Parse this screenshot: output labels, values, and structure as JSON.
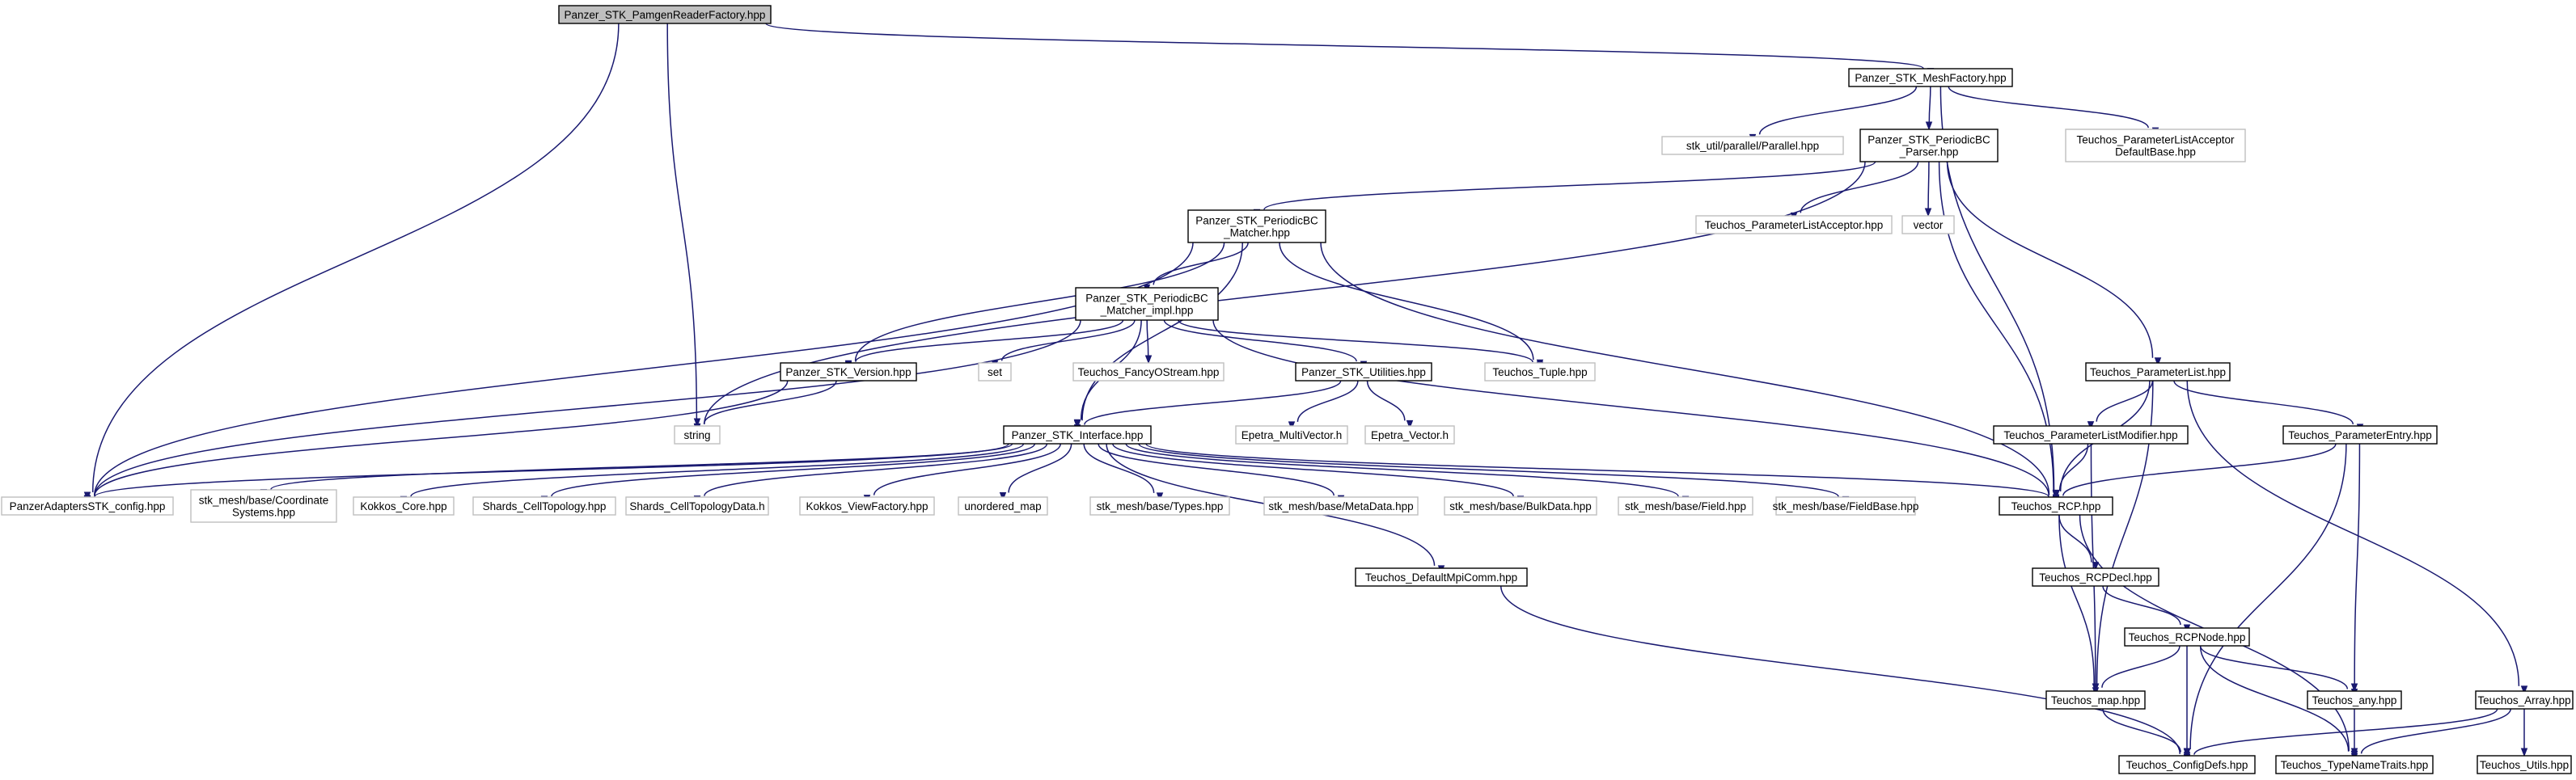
{
  "diagram": {
    "nodes": [
      {
        "id": "root",
        "label": [
          "Panzer_STK_PamgenReaderFactory.hpp"
        ],
        "style": "root"
      },
      {
        "id": "meshfactory",
        "label": [
          "Panzer_STK_MeshFactory.hpp"
        ],
        "style": "internal"
      },
      {
        "id": "string",
        "label": [
          "string"
        ],
        "style": "external"
      },
      {
        "id": "config",
        "label": [
          "PanzerAdaptersSTK_config.hpp"
        ],
        "style": "external"
      },
      {
        "id": "stkparallel",
        "label": [
          "stk_util/parallel/Parallel.hpp"
        ],
        "style": "external"
      },
      {
        "id": "periodicparser",
        "label": [
          "Panzer_STK_PeriodicBC",
          "_Parser.hpp"
        ],
        "style": "internal"
      },
      {
        "id": "placcdefault",
        "label": [
          "Teuchos_ParameterListAcceptor",
          "DefaultBase.hpp"
        ],
        "style": "external"
      },
      {
        "id": "periodicmatcher",
        "label": [
          "Panzer_STK_PeriodicBC",
          "_Matcher.hpp"
        ],
        "style": "internal"
      },
      {
        "id": "placceptor",
        "label": [
          "Teuchos_ParameterListAcceptor.hpp"
        ],
        "style": "external"
      },
      {
        "id": "vector",
        "label": [
          "vector"
        ],
        "style": "external"
      },
      {
        "id": "matcherimpl",
        "label": [
          "Panzer_STK_PeriodicBC",
          "_Matcher_impl.hpp"
        ],
        "style": "internal"
      },
      {
        "id": "version",
        "label": [
          "Panzer_STK_Version.hpp"
        ],
        "style": "internal"
      },
      {
        "id": "set",
        "label": [
          "set"
        ],
        "style": "external"
      },
      {
        "id": "fancy",
        "label": [
          "Teuchos_FancyOStream.hpp"
        ],
        "style": "external"
      },
      {
        "id": "utilities",
        "label": [
          "Panzer_STK_Utilities.hpp"
        ],
        "style": "internal"
      },
      {
        "id": "tuple",
        "label": [
          "Teuchos_Tuple.hpp"
        ],
        "style": "external"
      },
      {
        "id": "paramlist",
        "label": [
          "Teuchos_ParameterList.hpp"
        ],
        "style": "internal"
      },
      {
        "id": "interface",
        "label": [
          "Panzer_STK_Interface.hpp"
        ],
        "style": "internal"
      },
      {
        "id": "multivector",
        "label": [
          "Epetra_MultiVector.h"
        ],
        "style": "external"
      },
      {
        "id": "epvector",
        "label": [
          "Epetra_Vector.h"
        ],
        "style": "external"
      },
      {
        "id": "plmodifier",
        "label": [
          "Teuchos_ParameterListModifier.hpp"
        ],
        "style": "internal"
      },
      {
        "id": "paramentry",
        "label": [
          "Teuchos_ParameterEntry.hpp"
        ],
        "style": "internal"
      },
      {
        "id": "coordsys",
        "label": [
          "stk_mesh/base/Coordinate",
          "Systems.hpp"
        ],
        "style": "external"
      },
      {
        "id": "kokkoscore",
        "label": [
          "Kokkos_Core.hpp"
        ],
        "style": "external"
      },
      {
        "id": "shardstopo",
        "label": [
          "Shards_CellTopology.hpp"
        ],
        "style": "external"
      },
      {
        "id": "shardstopodata",
        "label": [
          "Shards_CellTopologyData.h"
        ],
        "style": "external"
      },
      {
        "id": "kokkosview",
        "label": [
          "Kokkos_ViewFactory.hpp"
        ],
        "style": "external"
      },
      {
        "id": "unorderedmap",
        "label": [
          "unordered_map"
        ],
        "style": "external"
      },
      {
        "id": "types",
        "label": [
          "stk_mesh/base/Types.hpp"
        ],
        "style": "external"
      },
      {
        "id": "metadata",
        "label": [
          "stk_mesh/base/MetaData.hpp"
        ],
        "style": "external"
      },
      {
        "id": "bulkdata",
        "label": [
          "stk_mesh/base/BulkData.hpp"
        ],
        "style": "external"
      },
      {
        "id": "field",
        "label": [
          "stk_mesh/base/Field.hpp"
        ],
        "style": "external"
      },
      {
        "id": "fieldbase",
        "label": [
          "stk_mesh/base/FieldBase.hpp"
        ],
        "style": "external"
      },
      {
        "id": "rcp",
        "label": [
          "Teuchos_RCP.hpp"
        ],
        "style": "internal"
      },
      {
        "id": "mpicomm",
        "label": [
          "Teuchos_DefaultMpiComm.hpp"
        ],
        "style": "internal"
      },
      {
        "id": "rcpdecl",
        "label": [
          "Teuchos_RCPDecl.hpp"
        ],
        "style": "internal"
      },
      {
        "id": "rcpnode",
        "label": [
          "Teuchos_RCPNode.hpp"
        ],
        "style": "internal"
      },
      {
        "id": "map",
        "label": [
          "Teuchos_map.hpp"
        ],
        "style": "internal"
      },
      {
        "id": "any",
        "label": [
          "Teuchos_any.hpp"
        ],
        "style": "internal"
      },
      {
        "id": "array",
        "label": [
          "Teuchos_Array.hpp"
        ],
        "style": "internal"
      },
      {
        "id": "configdefs",
        "label": [
          "Teuchos_ConfigDefs.hpp"
        ],
        "style": "internal"
      },
      {
        "id": "typenametraits",
        "label": [
          "Teuchos_TypeNameTraits.hpp"
        ],
        "style": "internal"
      },
      {
        "id": "utils",
        "label": [
          "Teuchos_Utils.hpp"
        ],
        "style": "internal"
      }
    ],
    "edges": [
      {
        "from": "root",
        "to": "meshfactory"
      },
      {
        "from": "root",
        "to": "string"
      },
      {
        "from": "root",
        "to": "config"
      },
      {
        "from": "meshfactory",
        "to": "stkparallel"
      },
      {
        "from": "meshfactory",
        "to": "periodicparser"
      },
      {
        "from": "meshfactory",
        "to": "placcdefault"
      },
      {
        "from": "meshfactory",
        "to": "rcp"
      },
      {
        "from": "periodicparser",
        "to": "periodicmatcher"
      },
      {
        "from": "periodicparser",
        "to": "placceptor"
      },
      {
        "from": "periodicparser",
        "to": "vector"
      },
      {
        "from": "periodicparser",
        "to": "paramlist"
      },
      {
        "from": "periodicparser",
        "to": "rcp"
      },
      {
        "from": "periodicparser",
        "to": "string"
      },
      {
        "from": "periodicmatcher",
        "to": "matcherimpl"
      },
      {
        "from": "periodicmatcher",
        "to": "version"
      },
      {
        "from": "periodicmatcher",
        "to": "interface"
      },
      {
        "from": "periodicmatcher",
        "to": "tuple"
      },
      {
        "from": "periodicmatcher",
        "to": "rcp"
      },
      {
        "from": "periodicmatcher",
        "to": "config"
      },
      {
        "from": "matcherimpl",
        "to": "version"
      },
      {
        "from": "matcherimpl",
        "to": "set"
      },
      {
        "from": "matcherimpl",
        "to": "fancy"
      },
      {
        "from": "matcherimpl",
        "to": "utilities"
      },
      {
        "from": "matcherimpl",
        "to": "tuple"
      },
      {
        "from": "matcherimpl",
        "to": "interface"
      },
      {
        "from": "matcherimpl",
        "to": "rcp"
      },
      {
        "from": "matcherimpl",
        "to": "config"
      },
      {
        "from": "version",
        "to": "string"
      },
      {
        "from": "version",
        "to": "config"
      },
      {
        "from": "utilities",
        "to": "interface"
      },
      {
        "from": "utilities",
        "to": "multivector"
      },
      {
        "from": "utilities",
        "to": "epvector"
      },
      {
        "from": "interface",
        "to": "config"
      },
      {
        "from": "interface",
        "to": "coordsys"
      },
      {
        "from": "interface",
        "to": "kokkoscore"
      },
      {
        "from": "interface",
        "to": "shardstopo"
      },
      {
        "from": "interface",
        "to": "shardstopodata"
      },
      {
        "from": "interface",
        "to": "kokkosview"
      },
      {
        "from": "interface",
        "to": "unorderedmap"
      },
      {
        "from": "interface",
        "to": "types"
      },
      {
        "from": "interface",
        "to": "metadata"
      },
      {
        "from": "interface",
        "to": "bulkdata"
      },
      {
        "from": "interface",
        "to": "field"
      },
      {
        "from": "interface",
        "to": "fieldbase"
      },
      {
        "from": "interface",
        "to": "rcp"
      },
      {
        "from": "interface",
        "to": "mpicomm"
      },
      {
        "from": "paramlist",
        "to": "plmodifier"
      },
      {
        "from": "paramlist",
        "to": "paramentry"
      },
      {
        "from": "paramlist",
        "to": "rcp"
      },
      {
        "from": "paramlist",
        "to": "array"
      },
      {
        "from": "paramlist",
        "to": "map"
      },
      {
        "from": "plmodifier",
        "to": "rcp"
      },
      {
        "from": "plmodifier",
        "to": "map"
      },
      {
        "from": "paramentry",
        "to": "rcp"
      },
      {
        "from": "paramentry",
        "to": "any"
      },
      {
        "from": "paramentry",
        "to": "configdefs"
      },
      {
        "from": "rcp",
        "to": "rcpdecl"
      },
      {
        "from": "rcp",
        "to": "map"
      },
      {
        "from": "rcp",
        "to": "typenametraits"
      },
      {
        "from": "rcpdecl",
        "to": "rcpnode"
      },
      {
        "from": "rcpnode",
        "to": "map"
      },
      {
        "from": "rcpnode",
        "to": "any"
      },
      {
        "from": "rcpnode",
        "to": "configdefs"
      },
      {
        "from": "rcpnode",
        "to": "typenametraits"
      },
      {
        "from": "mpicomm",
        "to": "configdefs"
      },
      {
        "from": "map",
        "to": "configdefs"
      },
      {
        "from": "any",
        "to": "typenametraits"
      },
      {
        "from": "array",
        "to": "configdefs"
      },
      {
        "from": "array",
        "to": "typenametraits"
      },
      {
        "from": "array",
        "to": "utils"
      }
    ]
  },
  "colors": {
    "edge": "#191970",
    "root_fill": "#bfbfbf",
    "internal_border": "#000000",
    "external_border": "#bfbfbf"
  }
}
